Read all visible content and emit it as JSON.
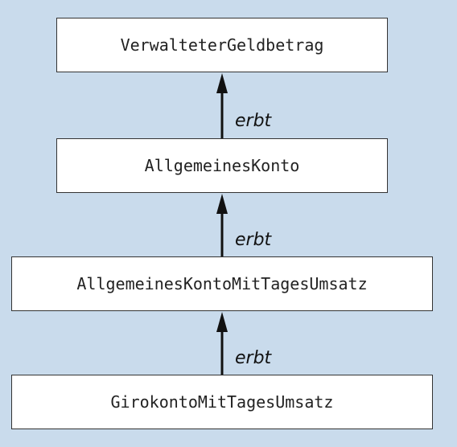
{
  "diagram": {
    "background_color": "#c9dbec",
    "classes": [
      "VerwalteterGeldbetrag",
      "AllgemeinesKonto",
      "AllgemeinesKontoMitTagesUmsatz",
      "GirokontoMitTagesUmsatz"
    ],
    "edges": [
      {
        "from": "AllgemeinesKonto",
        "to": "VerwalteterGeldbetrag",
        "label": "erbt"
      },
      {
        "from": "AllgemeinesKontoMitTagesUmsatz",
        "to": "AllgemeinesKonto",
        "label": "erbt"
      },
      {
        "from": "GirokontoMitTagesUmsatz",
        "to": "AllgemeinesKontoMitTagesUmsatz",
        "label": "erbt"
      }
    ]
  }
}
